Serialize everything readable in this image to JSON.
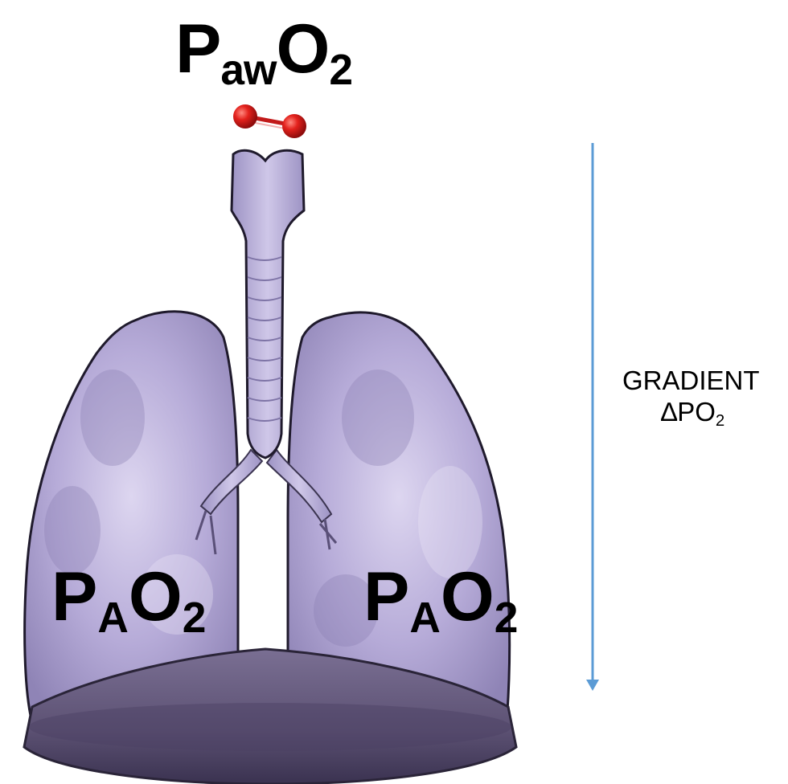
{
  "labels": {
    "airway": {
      "main": "P",
      "sub": "aw",
      "gas": "O",
      "gas_sub": "2"
    },
    "alveolar_left": {
      "main": "P",
      "sub": "A",
      "gas": "O",
      "gas_sub": "2"
    },
    "alveolar_right": {
      "main": "P",
      "sub": "A",
      "gas": "O",
      "gas_sub": "2"
    }
  },
  "gradient": {
    "title": "GRADIENT",
    "symbol": "∆PO",
    "symbol_sub": "2"
  },
  "colors": {
    "arrow": "#5b9bd5",
    "lung_fill": "#b3a8d6",
    "lung_outline": "#2a2438",
    "diaphragm": "#5e5375",
    "oxygen_atom": "#d81d1d"
  }
}
